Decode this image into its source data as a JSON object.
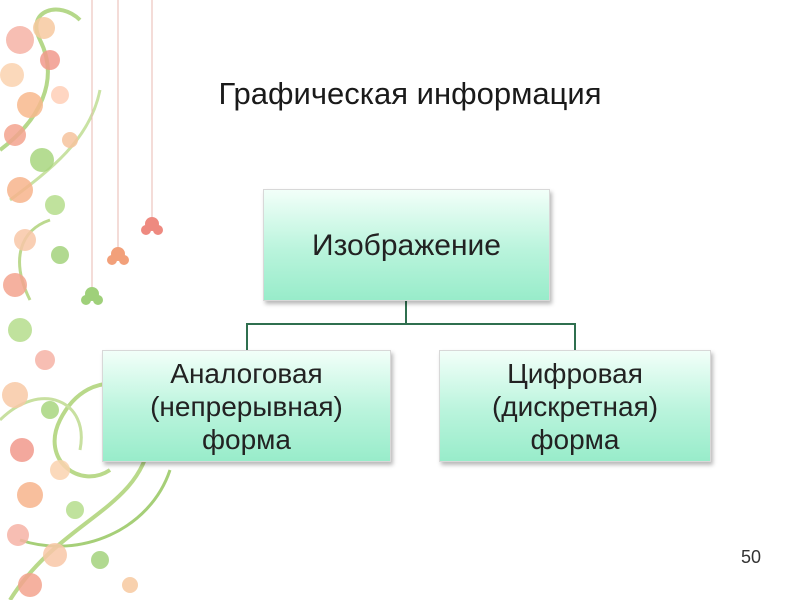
{
  "slide": {
    "title": "Графическая информация",
    "page_number": "50"
  },
  "diagram": {
    "root": "Изображение",
    "children": [
      "Аналоговая\n(непрерывная)\nформа",
      "Цифровая\n(дискретная)\nформа"
    ]
  },
  "colors": {
    "box_top": "#f2fff9",
    "box_bottom": "#98ecca",
    "connector": "#2f6f4f"
  }
}
